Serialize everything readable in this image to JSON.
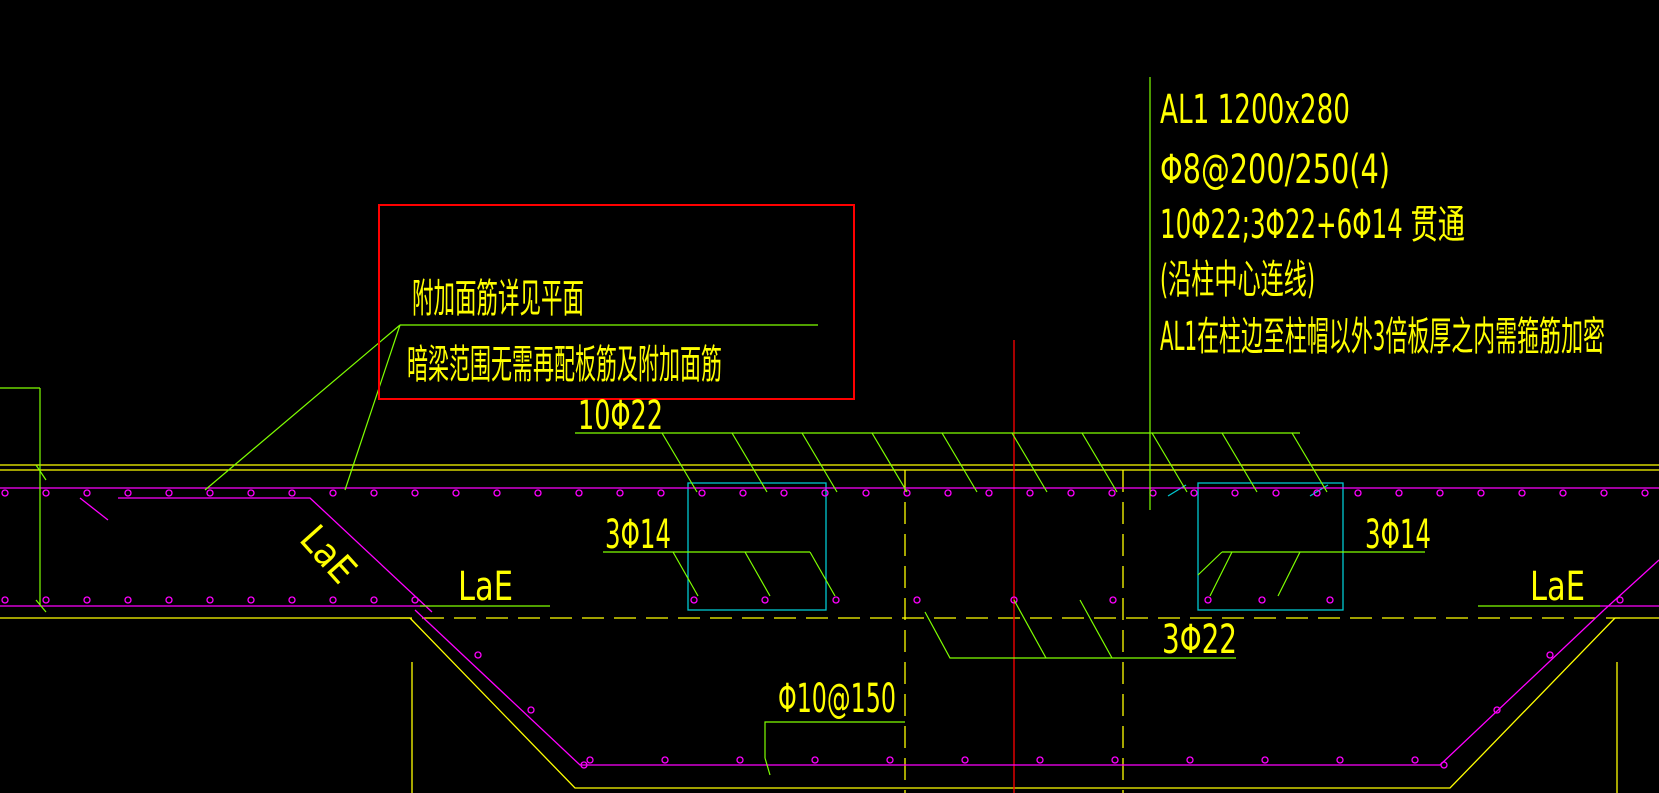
{
  "drawing": {
    "beam_annotation": {
      "line1": "AL1 1200x280",
      "line2": "Φ8@200/250(4)",
      "line3": "10Φ22;3Φ22+6Φ14 贯通",
      "line4": "(沿柱中心连线)",
      "line5": "AL1在柱边至柱帽以外3倍板厚之内需箍筋加密"
    },
    "callout": {
      "line1": "附加面筋详见平面",
      "line2": "暗梁范围无需再配板筋及附加面筋"
    },
    "rebar_labels": {
      "top_bars": "10Φ22",
      "left_mid": "3Φ14",
      "right_mid": "3Φ14",
      "bottom_bars": "3Φ22",
      "stirrup": "Φ10@150"
    },
    "anchorage_labels": {
      "left_slanted": "LaE",
      "left": "LaE",
      "right": "LaE"
    }
  },
  "colors": {
    "background": "#000000",
    "text": "#ffff00",
    "leader_green": "#7fff00",
    "rebar_magenta": "#ff00ff",
    "axis_red": "#ff0000",
    "stirrup_cyan": "#00c8d2",
    "highlight_box": "#ff0000",
    "outline_yellow": "#ffff00"
  }
}
